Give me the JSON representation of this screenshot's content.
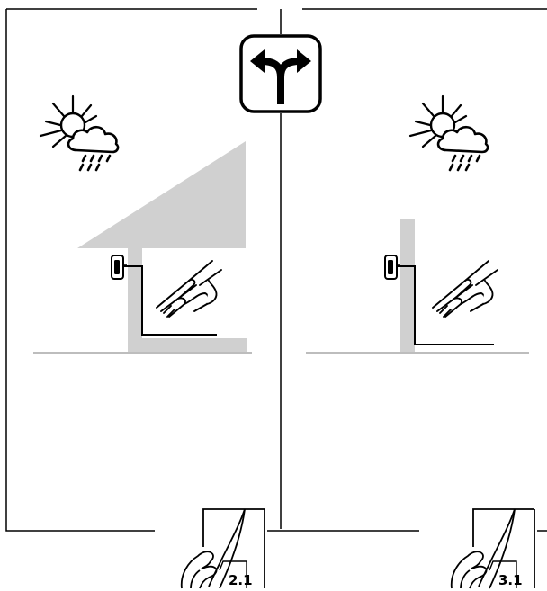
{
  "diagram": {
    "fork_symbol": "fork-arrows-icon",
    "panels": [
      {
        "id": "left",
        "weather_icon": "sun-cloud-rain-icon",
        "structure": "sheltered-wall-with-roof",
        "sensor_icon": "outdoor-sensor-icon",
        "hand_icon": "pointing-hand-icon",
        "page_ref": "2.1"
      },
      {
        "id": "right",
        "weather_icon": "sun-cloud-rain-icon",
        "structure": "open-wall",
        "sensor_icon": "outdoor-sensor-icon",
        "hand_icon": "pointing-hand-icon",
        "page_ref": "3.1"
      }
    ]
  }
}
